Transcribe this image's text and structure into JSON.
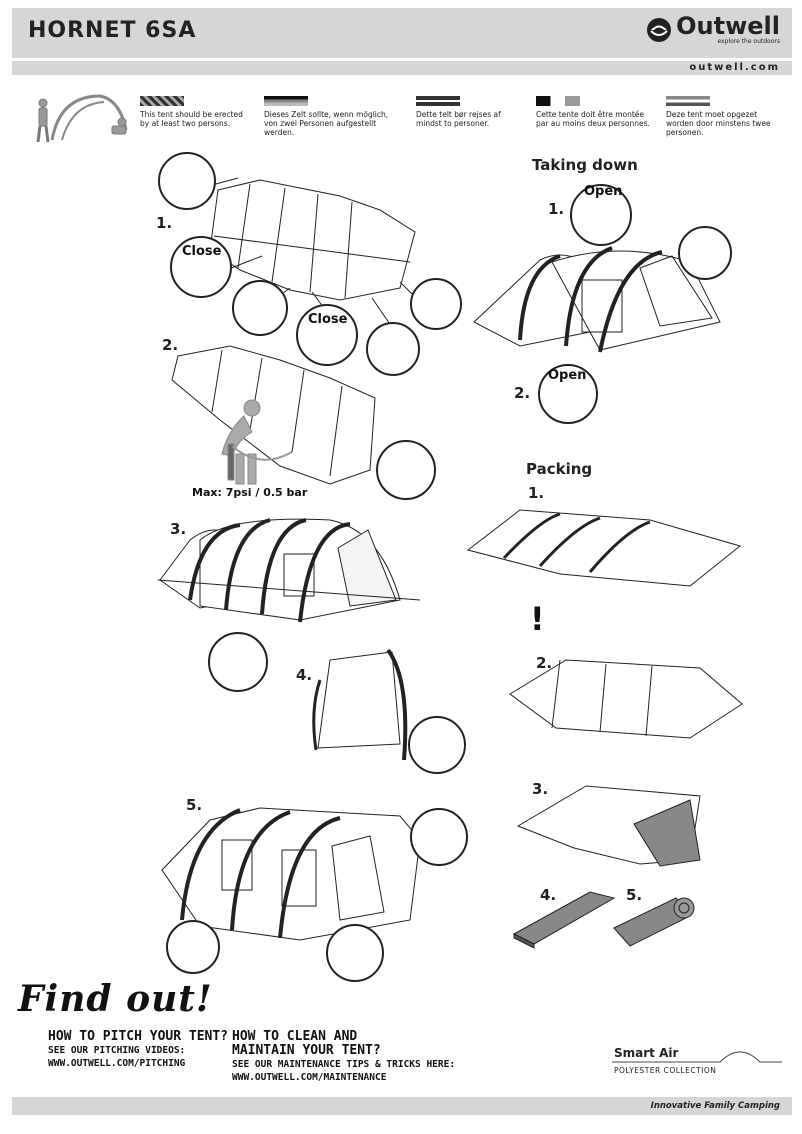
{
  "header": {
    "title": "HORNET 6SA",
    "brand": "Outwell",
    "tagline": "explore the outdoors",
    "url": "outwell.com"
  },
  "languages": [
    {
      "text": "This tent should be erected by at least two persons."
    },
    {
      "text": "Dieses Zelt sollte, wenn möglich, von zwei Personen aufgestellt werden."
    },
    {
      "text": "Dette telt bør rejses af mindst to personer."
    },
    {
      "text": "Cette tente doit être montée par au moins deux personnes."
    },
    {
      "text": "Deze tent moet opgezet worden door minstens twee personen."
    }
  ],
  "pitching": {
    "steps": [
      "1.",
      "2.",
      "3.",
      "4.",
      "5."
    ],
    "close_label": "Close",
    "pressure": "Max: 7psi / 0.5 bar"
  },
  "taking_down": {
    "title": "Taking down",
    "steps": [
      "1.",
      "2."
    ],
    "open_label": "Open"
  },
  "packing": {
    "title": "Packing",
    "steps": [
      "1.",
      "2.",
      "3.",
      "4.",
      "5."
    ],
    "warning": "!"
  },
  "cta": {
    "find_out": "Find out!",
    "pitch_title": "HOW TO PITCH YOUR TENT?",
    "pitch_sub": "SEE OUR PITCHING VIDEOS:",
    "pitch_url": "WWW.OUTWELL.COM/PITCHING",
    "clean_title_1": "HOW TO CLEAN AND",
    "clean_title_2": "MAINTAIN YOUR TENT?",
    "clean_sub": "SEE OUR MAINTENANCE TIPS & TRICKS HERE:",
    "clean_url": "WWW.OUTWELL.COM/MAINTENANCE"
  },
  "collection": {
    "name": "Smart Air",
    "sub": "POLYESTER COLLECTION"
  },
  "footer": {
    "slogan": "Innovative Family Camping"
  }
}
